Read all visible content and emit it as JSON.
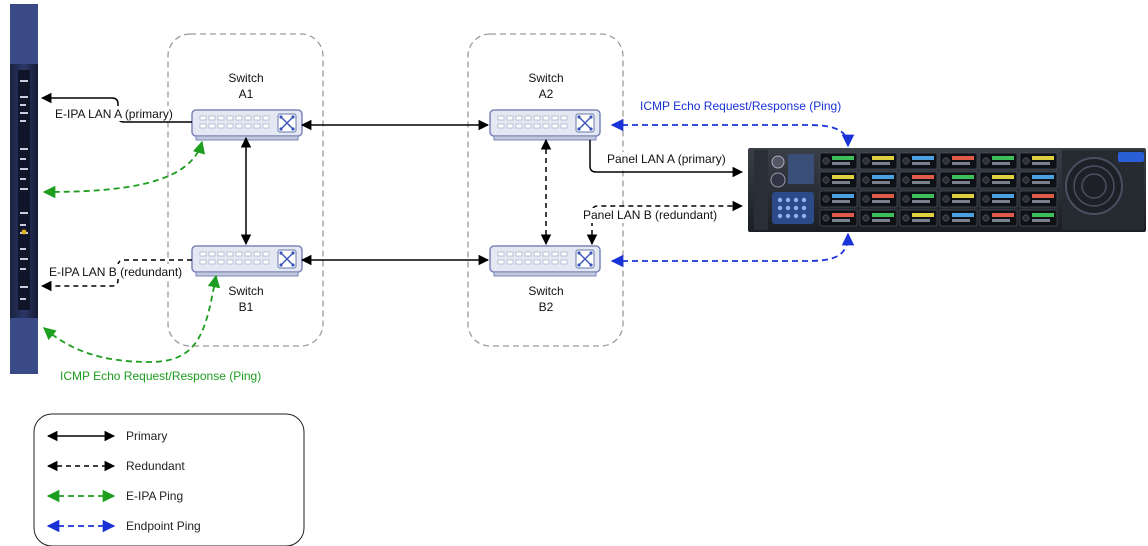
{
  "switches": {
    "a1": {
      "line1": "Switch",
      "line2": "A1"
    },
    "a2": {
      "line1": "Switch",
      "line2": "A2"
    },
    "b1": {
      "line1": "Switch",
      "line2": "B1"
    },
    "b2": {
      "line1": "Switch",
      "line2": "B2"
    }
  },
  "links": {
    "eipa_lan_a": "E-IPA LAN A (primary)",
    "eipa_lan_b": "E-IPA LAN B (redundant)",
    "panel_lan_a": "Panel LAN A (primary)",
    "panel_lan_b": "Panel LAN B (redundant)",
    "eipa_ping": "ICMP Echo Request/Response (Ping)",
    "endpoint_ping": "ICMP Echo Request/Response (Ping)"
  },
  "legend": {
    "primary": "Primary",
    "redundant": "Redundant",
    "eipa_ping": "E-IPA Ping",
    "endpoint_ping": "Endpoint Ping"
  },
  "colors": {
    "primary": "#000000",
    "eipa_ping": "#1e9e1e",
    "endpoint_ping": "#1a33d6",
    "group_border": "#9a9a9a",
    "switch_fill": "#e4e8f2",
    "switch_border": "#7a86b8"
  },
  "icons": {
    "eipa_card": "eipa-card-icon",
    "panel": "intercom-panel-icon",
    "switch": "network-switch-icon"
  }
}
